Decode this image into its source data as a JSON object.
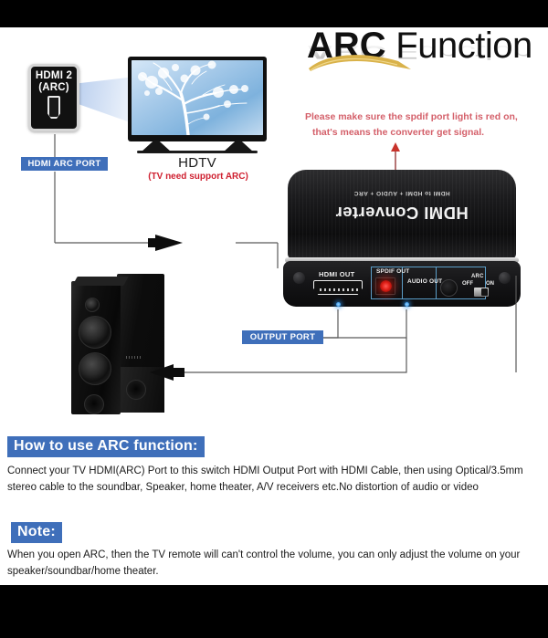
{
  "title": {
    "arc": "ARC",
    "function": " Function"
  },
  "tv_port": {
    "line1": "HDMI 2",
    "line2": "(ARC)",
    "socket_icon": "hdmi-socket-icon",
    "label": "HDMI ARC PORT"
  },
  "tv": {
    "label": "HDTV",
    "sub_label": "(TV need support ARC)",
    "brand": ""
  },
  "advice": {
    "line1": "Please make sure the spdif port light is red on,",
    "line2": "that's means the converter get signal."
  },
  "device": {
    "brand": "HDMI Converter",
    "subtitle": "HDMI to HDMI + AUDIO + ARC",
    "ports": {
      "hdmi_out": "HDMI OUT",
      "spdif_out": "SPDIF OUT",
      "audio_out": "AUDIO OUT",
      "arc": "ARC",
      "arc_off": "OFF",
      "arc_on": "ON"
    },
    "spdif_led_color": "#e0211a",
    "status_led_color": "#1180e0"
  },
  "output_label": "OUTPUT PORT",
  "sections": {
    "how_title": "How to use ARC function:",
    "how_body": "Connect your TV HDMI(ARC) Port to this switch HDMI Output Port with HDMI Cable, then using Optical/3.5mm stereo cable to the soundbar, Speaker, home theater, A/V receivers etc.No distortion of audio or video",
    "note_title": "Note:",
    "note_body": "When you open ARC, then the TV remote will can't control the volume, you can only adjust the volume on your speaker/soundbar/home theater."
  },
  "colors": {
    "label_blue": "#3f6fba",
    "red_text": "#cf2030",
    "advice_red": "#d4606a",
    "gold": "#d9b24a"
  }
}
